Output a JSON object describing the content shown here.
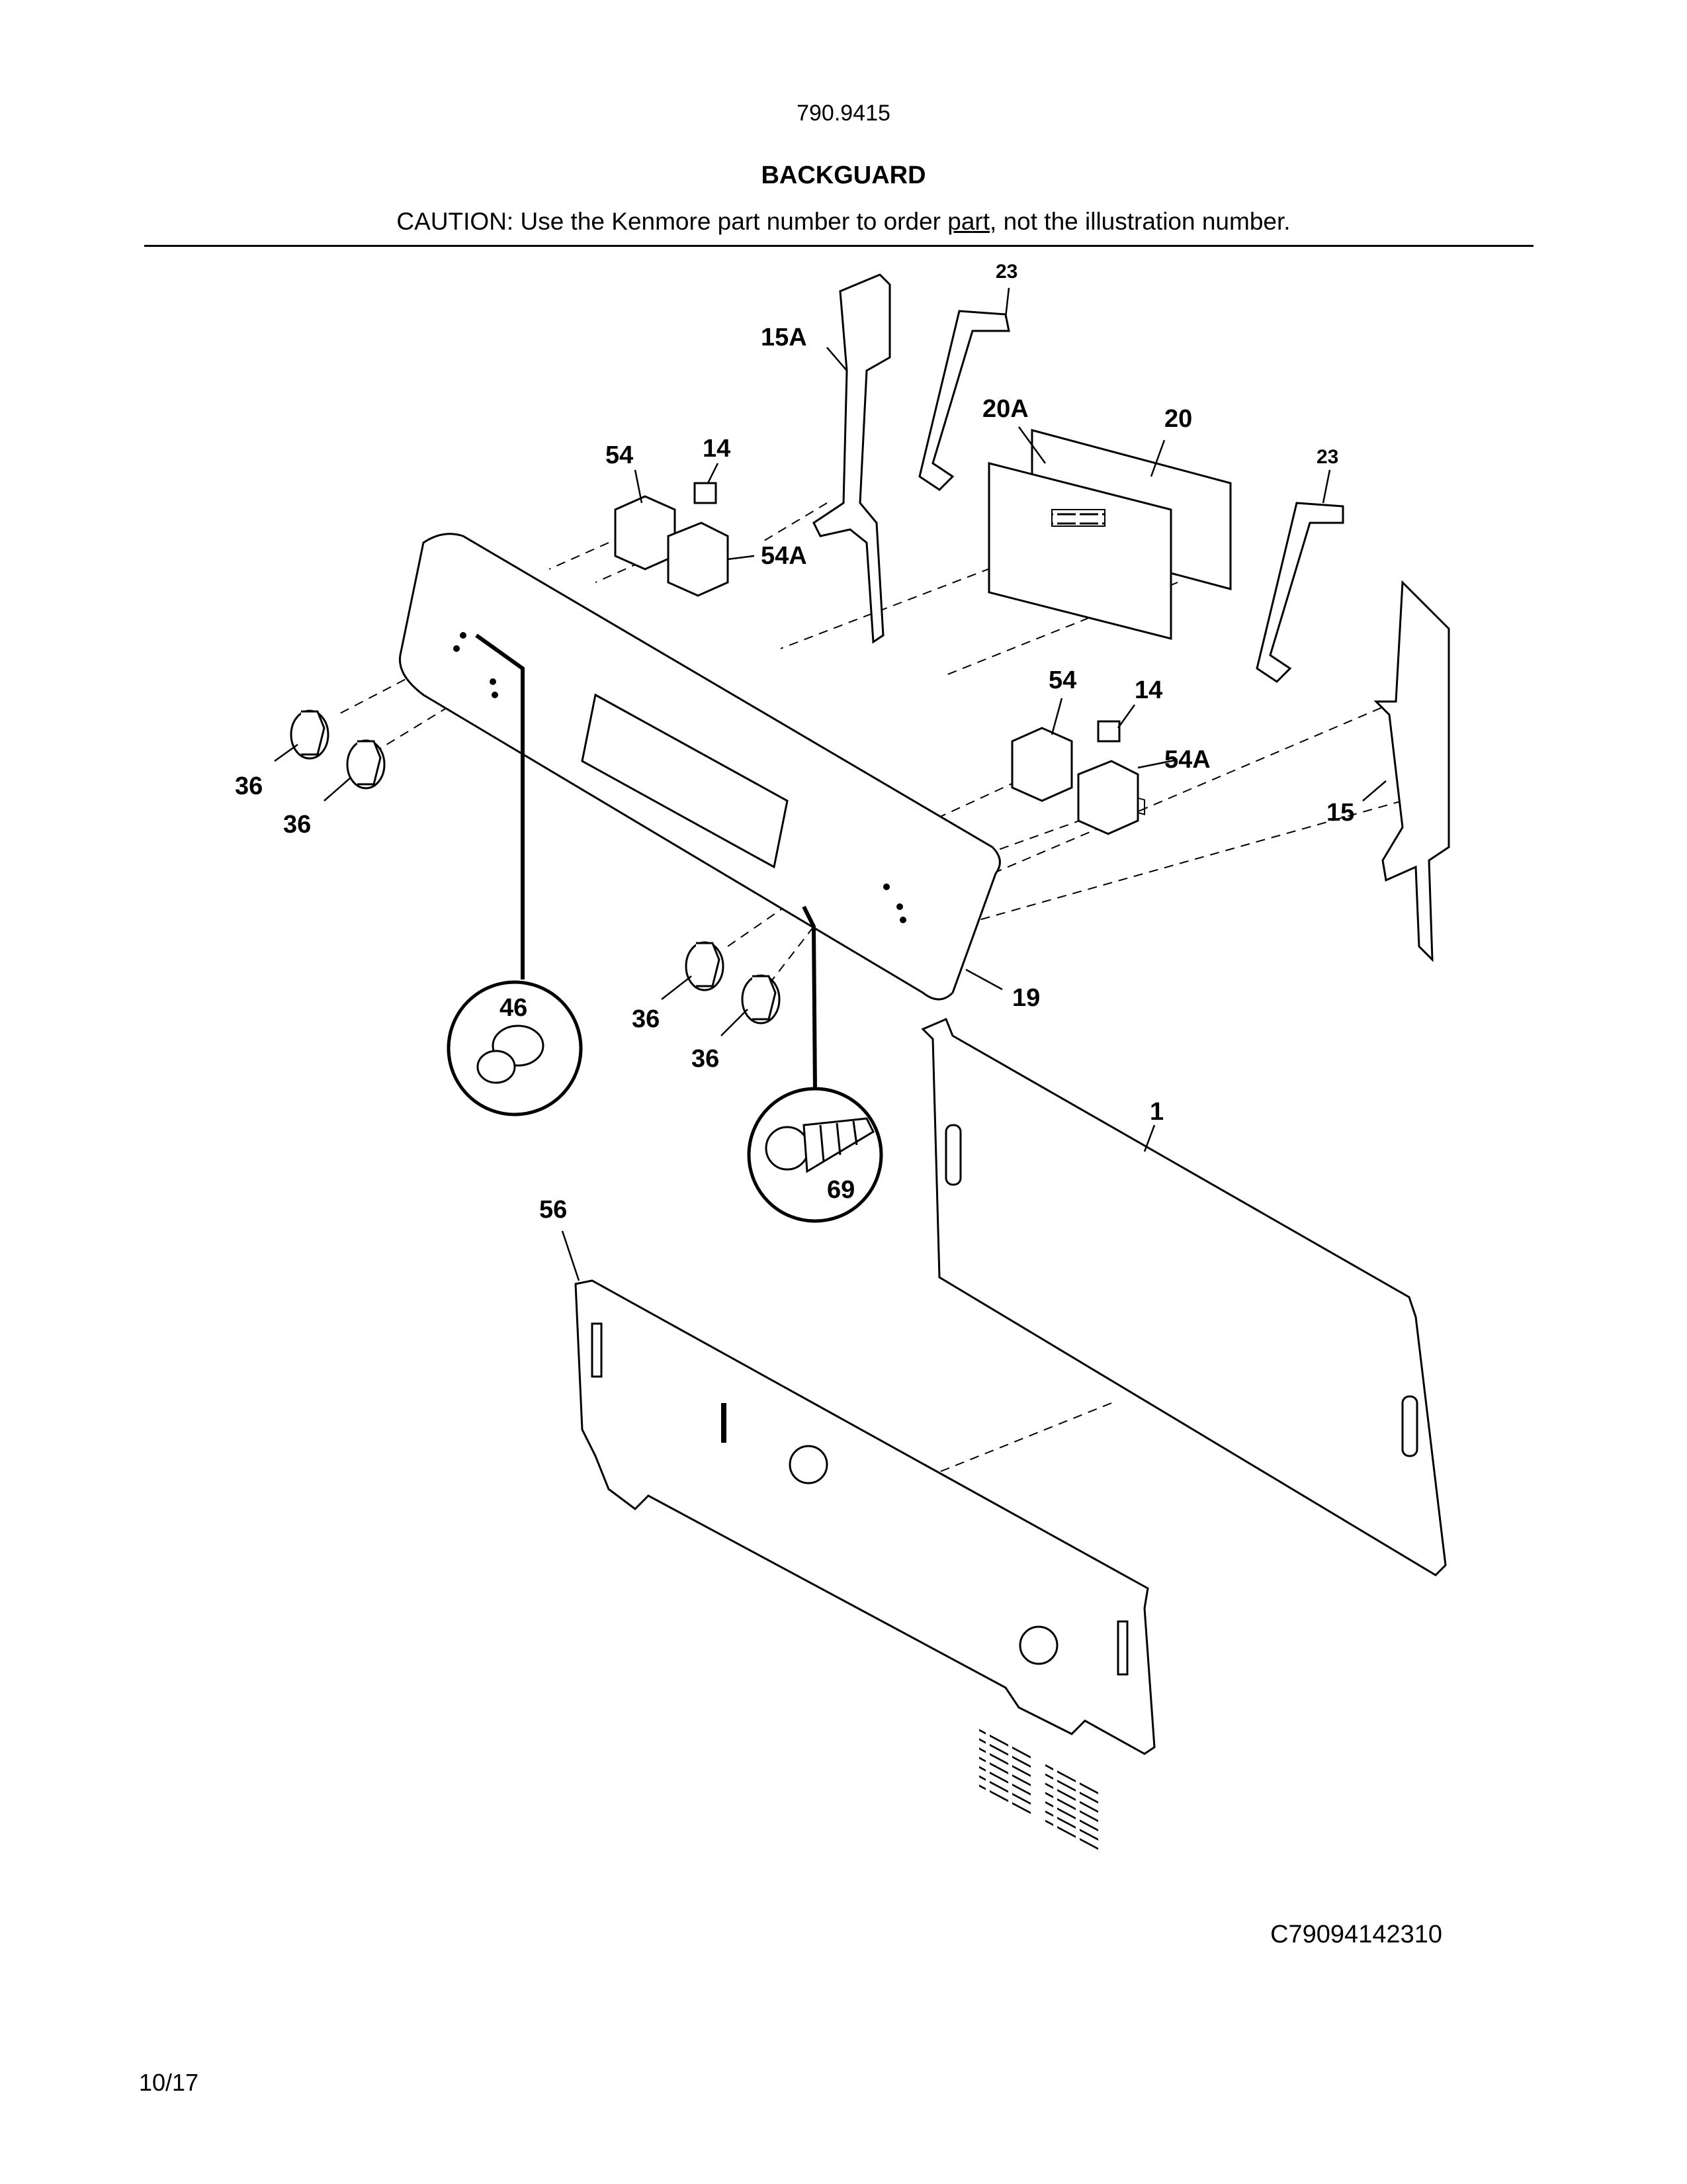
{
  "header": {
    "model_number": "790.9415",
    "section_title": "BACKGUARD",
    "caution_prefix": "CAUTION: Use the Kenmore part number to order ",
    "caution_underlined": "part",
    "caution_suffix": ", not the illustration number."
  },
  "callouts": {
    "p1": "1",
    "p14a": "14",
    "p14b": "14",
    "p15": "15",
    "p15a": "15A",
    "p19": "19",
    "p20": "20",
    "p20a": "20A",
    "p23a": "23",
    "p23b": "23",
    "p36a": "36",
    "p36b": "36",
    "p36c": "36",
    "p36d": "36",
    "p46": "46",
    "p54a": "54",
    "p54b": "54",
    "p54Aa": "54A",
    "p54Ab": "54A",
    "p56": "56",
    "p69": "69"
  },
  "footer": {
    "doc_code": "C79094142310",
    "page_ref": "10/17"
  }
}
